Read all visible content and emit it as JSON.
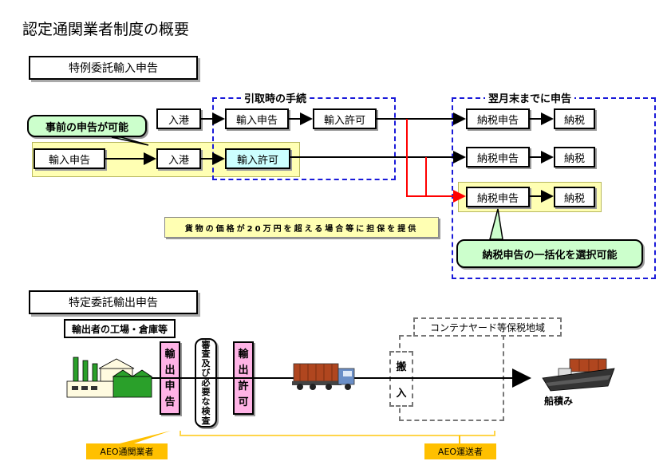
{
  "title": "認定通関業者制度の概要",
  "import_section": {
    "header": "特例委託輸入申告",
    "group_label_pickup": "引取時の手続",
    "group_label_monthend": "翌月末までに申告",
    "callout_prior": "事前の申告が可能",
    "callout_bulk": "納税申告の一括化を選択可能",
    "row1": [
      "入港",
      "輸入申告",
      "輸入許可"
    ],
    "row2": [
      "輸入申告",
      "入港",
      "輸入許可"
    ],
    "tax_rows": [
      {
        "declare": "納税申告",
        "pay": "納税"
      },
      {
        "declare": "納税申告",
        "pay": "納税"
      },
      {
        "declare": "納税申告",
        "pay": "納税"
      }
    ],
    "security_note": "貨物の価格が20万円を超える場合等に担保を提供"
  },
  "export_section": {
    "header": "特定委託輸出申告",
    "factory_label": "輸出者の工場・倉庫等",
    "export_declare": [
      "輸",
      "出",
      "申",
      "告"
    ],
    "inspection": [
      "審",
      "査",
      "及",
      "び",
      "必",
      "要",
      "な",
      "検",
      "査"
    ],
    "export_permit": [
      "輸",
      "出",
      "許",
      "可"
    ],
    "container_yard": "コンテナヤード等保税地域",
    "carry_in": [
      "搬",
      "入"
    ],
    "loading": "船積み",
    "aeo_broker": "AEO通関業者",
    "aeo_carrier": "AEO運送者"
  },
  "colors": {
    "blue_dash": "#1a1ad9",
    "red_line": "#ff0000",
    "yellow_bg": "#ffffb3",
    "green_callout": "#ccffcc",
    "cyan_box": "#ccffff",
    "pink_box": "#ffb3e6",
    "orange_label": "#ffc000"
  },
  "icons": [
    "factory-icon",
    "truck-icon",
    "ship-icon"
  ]
}
